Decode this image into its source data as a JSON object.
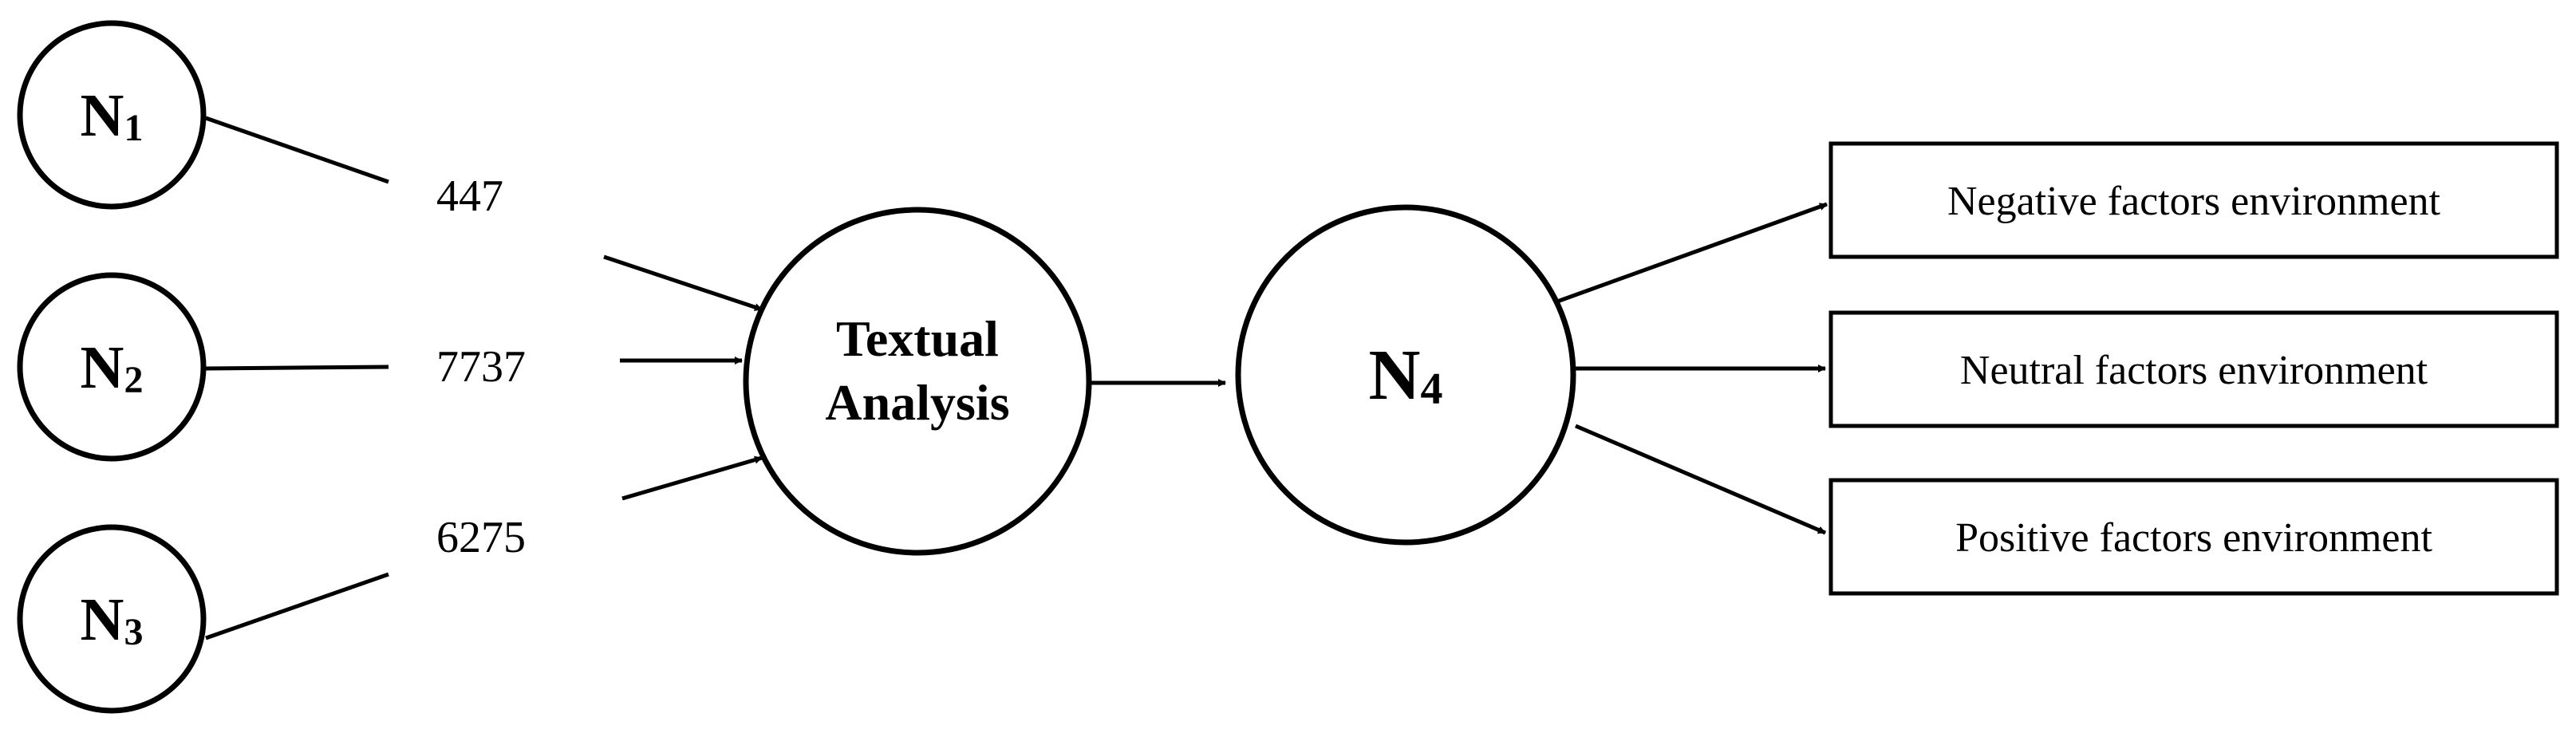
{
  "sources": [
    {
      "label": "N",
      "sub": "1",
      "count": "447"
    },
    {
      "label": "N",
      "sub": "2",
      "count": "7737"
    },
    {
      "label": "N",
      "sub": "3",
      "count": "6275"
    }
  ],
  "analysis": {
    "line1": "Textual",
    "line2": "Analysis"
  },
  "result_node": {
    "label": "N",
    "sub": "4"
  },
  "outcomes": [
    "Negative factors environment",
    "Neutral factors environment",
    "Positive factors environment"
  ]
}
